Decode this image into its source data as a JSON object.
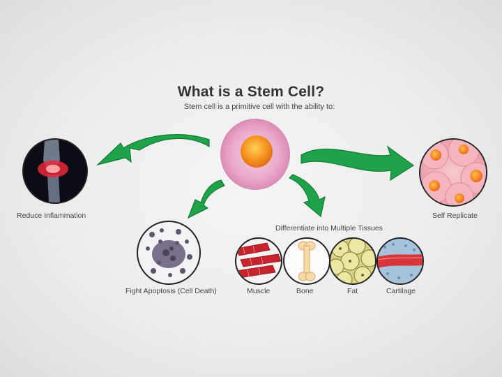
{
  "title": "What is a Stem Cell?",
  "subtitle": "Stem cell is a primitive cell with the ability to:",
  "labels": {
    "reduce": "Reduce Inflammation",
    "self_replicate": "Self Replicate",
    "apoptosis": "Fight Apoptosis (Cell Death)",
    "differentiate": "Differentiate into Multiple Tissues",
    "muscle": "Muscle",
    "bone": "Bone",
    "fat": "Fat",
    "cartilage": "Cartilage"
  },
  "colors": {
    "arrow": "#1fa34a",
    "stem_cell": "#e9a6c6",
    "nucleus": "#f28a1e"
  }
}
